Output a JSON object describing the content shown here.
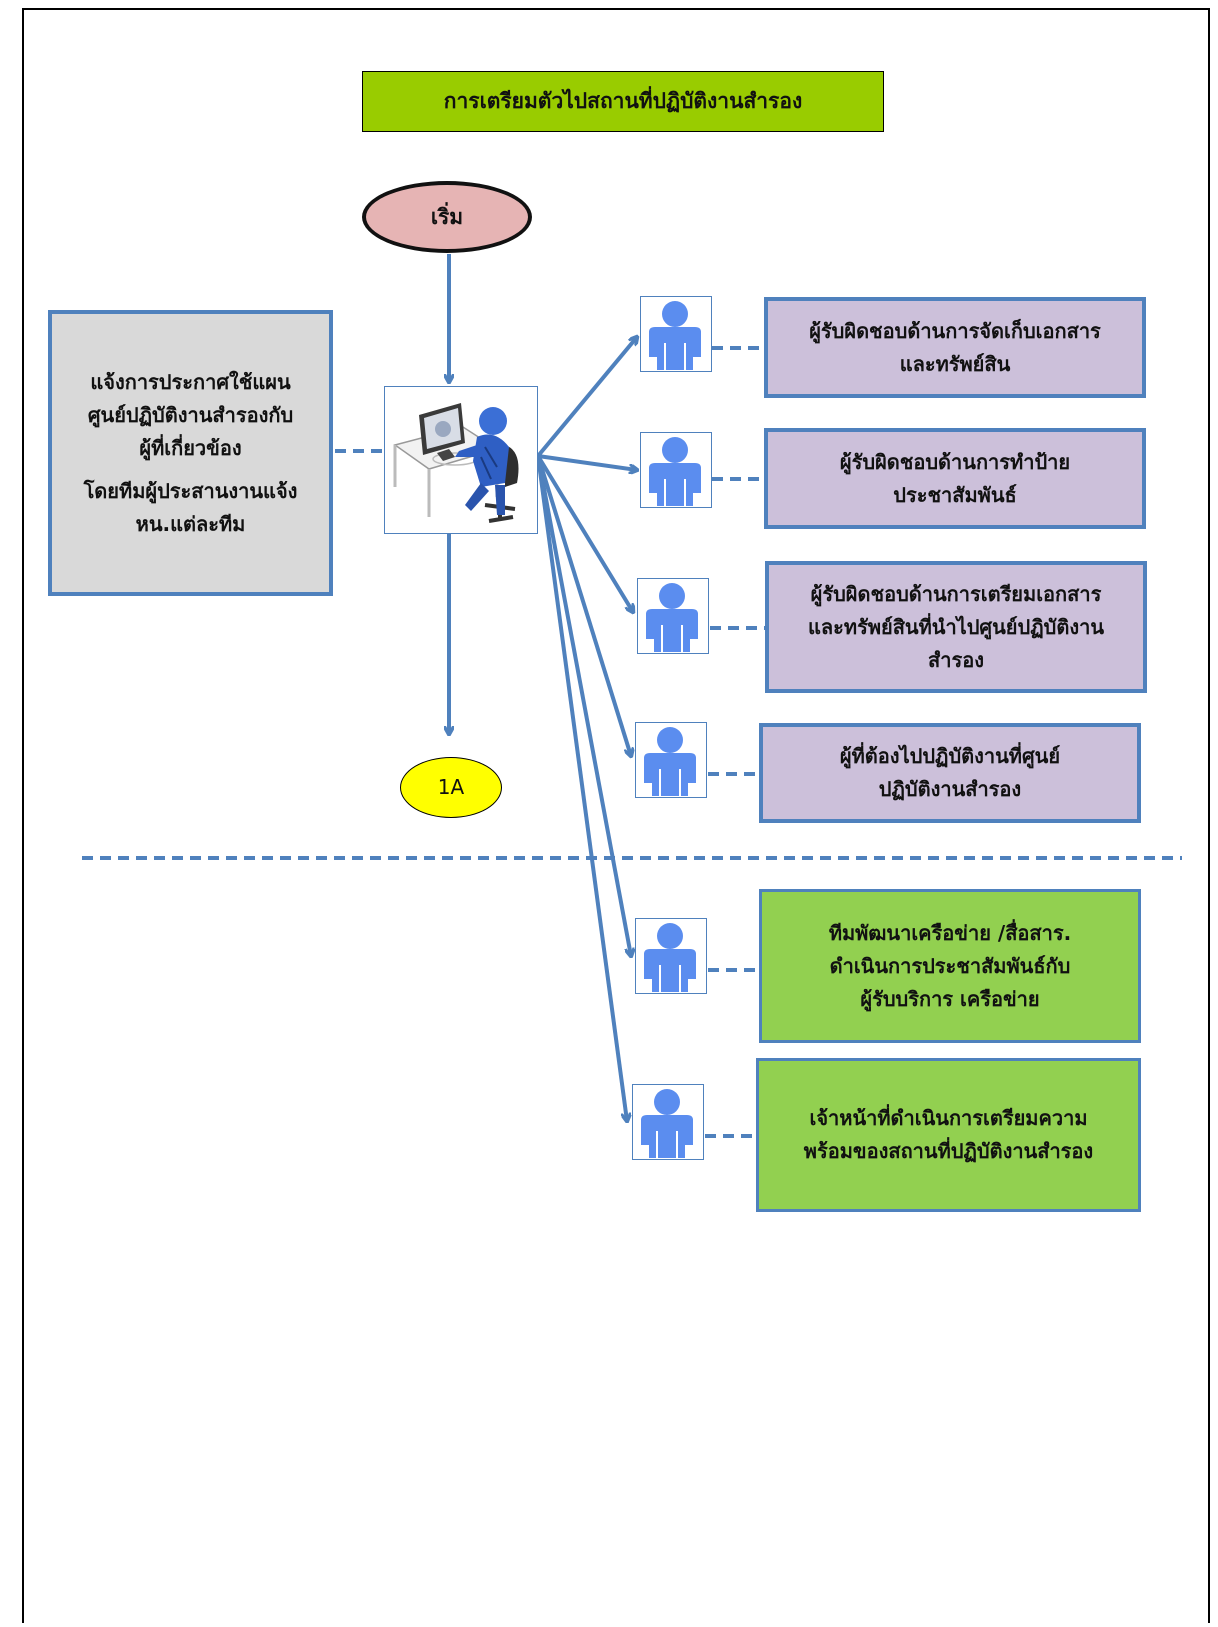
{
  "title": "การเตรียมตัวไปสถานที่ปฏิบัติงานสำรอง",
  "start": "เริ่ม",
  "connector": "1A",
  "left_box": {
    "lines": [
      "แจ้งการประกาศใช้แผน",
      "ศูนย์ปฏิบัติงานสำรองกับ",
      "ผู้ที่เกี่ยวข้อง"
    ],
    "lines2": [
      "โดยทีมผู้ประสานงานแจ้ง",
      "หน.แต่ละทีม"
    ]
  },
  "roles": [
    {
      "lines": [
        "ผู้รับผิดชอบด้านการจัดเก็บเอกสาร",
        "และทรัพย์สิน"
      ]
    },
    {
      "lines": [
        "ผู้รับผิดชอบด้านการทำป้าย",
        "ประชาสัมพันธ์"
      ]
    },
    {
      "lines": [
        "ผู้รับผิดชอบด้านการเตรียมเอกสาร",
        "และทรัพย์สินที่นำไปศูนย์ปฏิบัติงาน",
        "สำรอง"
      ]
    },
    {
      "lines": [
        "ผู้ที่ต้องไปปฏิบัติงานที่ศูนย์",
        "ปฏิบัติงานสำรอง"
      ]
    }
  ],
  "teams": [
    {
      "lines": [
        "ทีมพัฒนาเครือข่าย /สื่อสาร.",
        "ดำเนินการประชาสัมพันธ์กับ",
        "ผู้รับบริการ เครือข่าย"
      ]
    },
    {
      "lines": [
        "เจ้าหน้าที่ดำเนินการเตรียมความ",
        "พร้อมของสถานที่ปฏิบัติงานสำรอง"
      ]
    }
  ],
  "colors": {
    "title_bg": "#99cc00",
    "start_bg": "#e6b4b4",
    "connector_bg": "#ffff00",
    "note_bg": "#d9d9d9",
    "role_bg": "#ccc0da",
    "team_bg": "#92d050",
    "line": "#4f81bd",
    "person": "#5b8def"
  },
  "icons": [
    "person-icon",
    "computer-user-icon"
  ]
}
